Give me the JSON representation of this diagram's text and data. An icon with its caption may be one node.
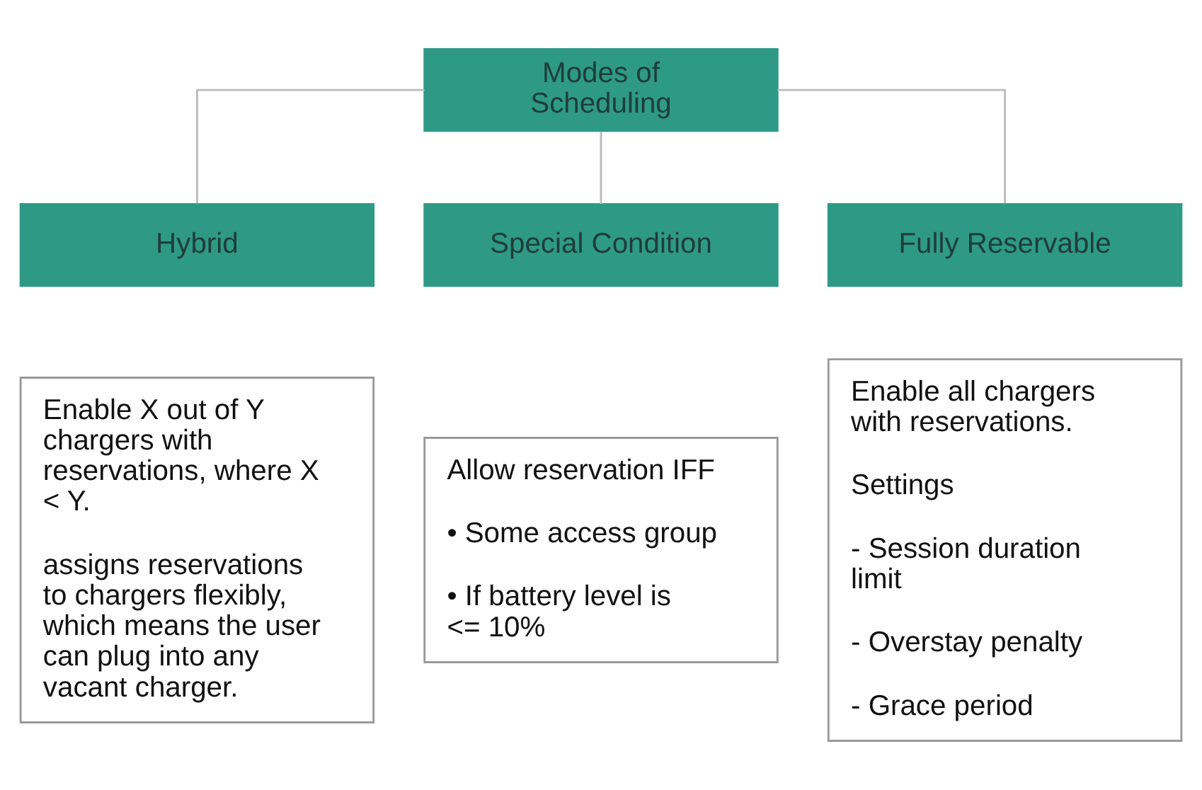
{
  "diagram": {
    "nodes": [
      {
        "text": [
          "Modes of Scheduling"
        ]
      },
      {
        "text": [
          "Hybrid"
        ]
      },
      {
        "text": [
          "Special Condition"
        ]
      },
      {
        "text": [
          "Fully Reservable"
        ]
      },
      {
        "text": [
          "Enable X out of Y chargers with reservations, where X < Y.",
          "assigns reservations to chargers flexibly, which means the user can plug into any vacant charger."
        ]
      },
      {
        "text": [
          "Allow reservation IFF",
          "• Some access group",
          "• If battery level is <= 10%"
        ]
      },
      {
        "text": [
          "Enable all chargers with reservations.",
          "Settings",
          "- Session duration limit",
          "- Overstay penalty",
          "- Grace period"
        ]
      }
    ],
    "edges": [
      {
        "from": 0,
        "to": 1,
        "arrow": "none"
      },
      {
        "from": 0,
        "to": 2,
        "arrow": "none"
      },
      {
        "from": 0,
        "to": 3,
        "arrow": "none"
      }
    ]
  }
}
